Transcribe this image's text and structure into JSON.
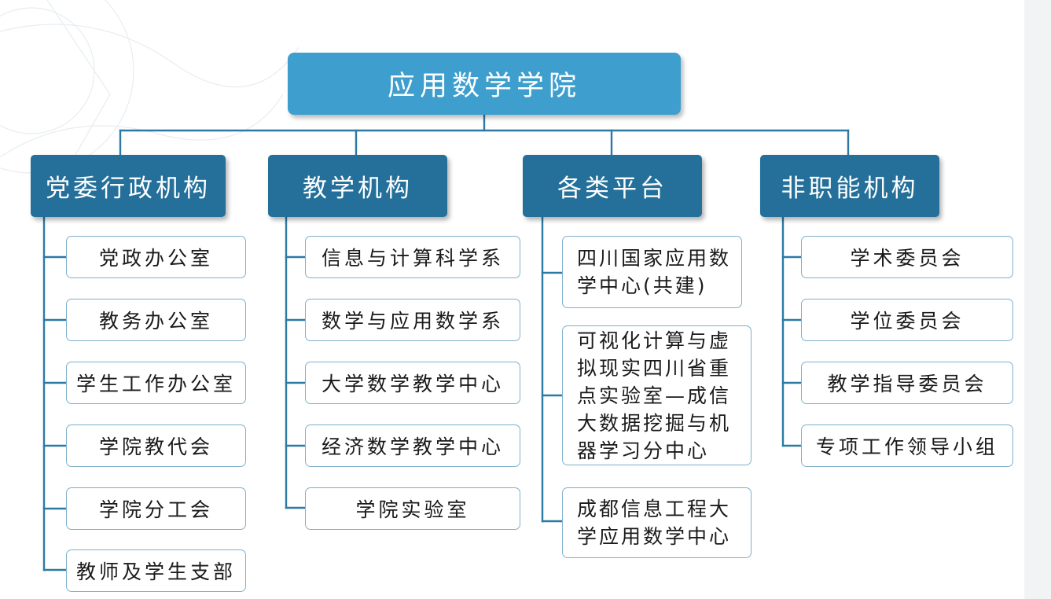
{
  "root": {
    "label": "应用数学学院"
  },
  "columns": [
    {
      "header": "党委行政机构",
      "items": [
        "党政办公室",
        "教务办公室",
        "学生工作办公室",
        "学院教代会",
        "学院分工会",
        "教师及学生支部"
      ]
    },
    {
      "header": "教学机构",
      "items": [
        "信息与计算科学系",
        "数学与应用数学系",
        "大学数学教学中心",
        "经济数学教学中心",
        "学院实验室"
      ]
    },
    {
      "header": "各类平台",
      "items": [
        [
          "四川国家应用数",
          "学中心(共建)"
        ],
        [
          "可视化计算与虚",
          "拟现实四川省重",
          "点实验室—成信",
          "大数据挖掘与机",
          "器学习分中心"
        ],
        [
          "成都信息工程大",
          "学应用数学中心"
        ]
      ]
    },
    {
      "header": "非职能机构",
      "items": [
        "学术委员会",
        "学位委员会",
        "教学指导委员会",
        "专项工作领导小组"
      ]
    }
  ],
  "colors": {
    "root_fill": "#3e9fce",
    "header_fill": "#24709a",
    "connector": "#2b7aa4",
    "leaf_border": "#7fb0cc"
  }
}
